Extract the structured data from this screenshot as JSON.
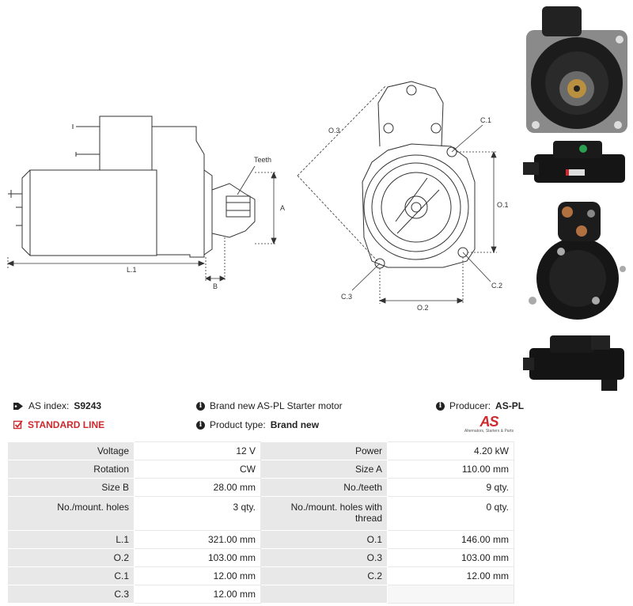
{
  "drawing": {
    "labels": {
      "teeth": "Teeth",
      "a": "A",
      "l1": "L.1",
      "b": "B",
      "o3": "O.3",
      "c1": "C.1",
      "o1": "O.1",
      "c3": "C.3",
      "c2": "C.2",
      "o2": "O.2"
    }
  },
  "info": {
    "as_index_label": "AS index:",
    "as_index_value": "S9243",
    "line_label": "STANDARD LINE",
    "description": "Brand new AS-PL Starter motor",
    "product_type_label": "Product type:",
    "product_type_value": "Brand new",
    "producer_label": "Producer:",
    "producer_value": "AS-PL",
    "logo_mark": "AS",
    "logo_sub": "Alternators, Starters & Parts"
  },
  "specs": [
    {
      "l1": "Voltage",
      "v1": "12 V",
      "l2": "Power",
      "v2": "4.20 kW"
    },
    {
      "l1": "Rotation",
      "v1": "CW",
      "l2": "Size A",
      "v2": "110.00 mm"
    },
    {
      "l1": "Size B",
      "v1": "28.00 mm",
      "l2": "No./teeth",
      "v2": "9 qty."
    },
    {
      "l1": "No./mount. holes",
      "v1": "3 qty.",
      "l2": "No./mount. holes with thread",
      "v2": "0 qty."
    },
    {
      "l1": "L.1",
      "v1": "321.00 mm",
      "l2": "O.1",
      "v2": "146.00 mm"
    },
    {
      "l1": "O.2",
      "v1": "103.00 mm",
      "l2": "O.3",
      "v2": "103.00 mm"
    },
    {
      "l1": "C.1",
      "v1": "12.00 mm",
      "l2": "C.2",
      "v2": "12.00 mm"
    },
    {
      "l1": "C.3",
      "v1": "12.00 mm",
      "l2": "",
      "v2": ""
    }
  ]
}
